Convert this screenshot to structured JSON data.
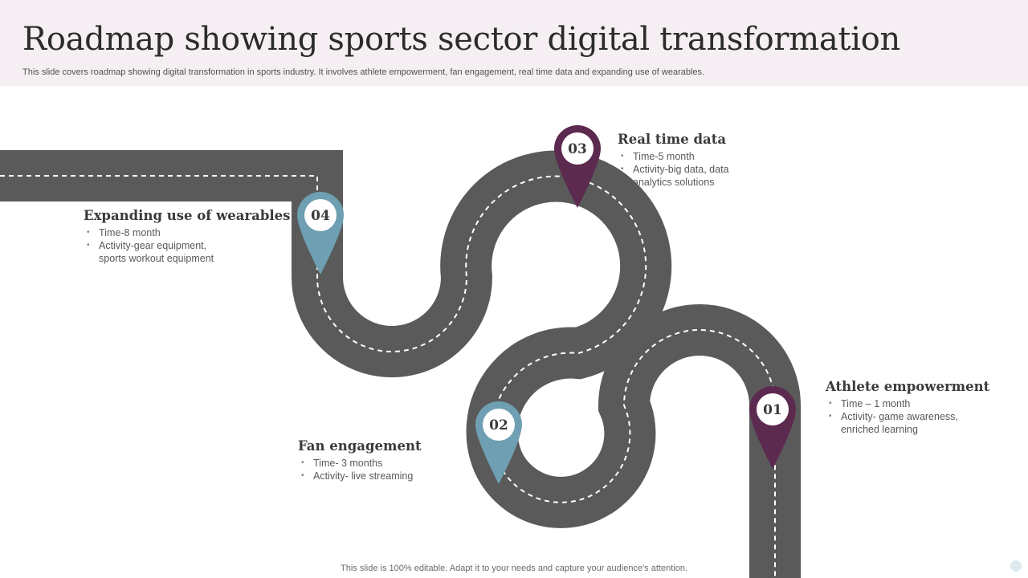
{
  "title": "Roadmap showing sports sector digital transformation",
  "subtitle": "This slide covers roadmap showing digital transformation in sports industry. It involves athlete empowerment, fan engagement, real time data and expanding use of wearables.",
  "footer": "This slide is 100% editable. Adapt it to your needs and capture your audience's attention.",
  "colors": {
    "road": "#5a5a5a",
    "purple": "#5c2a4f",
    "teal": "#6e9fb2",
    "header_bg": "#f5eff3"
  },
  "milestones": [
    {
      "number": "01",
      "title": "Athlete empowerment",
      "items": [
        "Time – 1 month",
        "Activity- game awareness, enriched learning"
      ],
      "color": "purple"
    },
    {
      "number": "02",
      "title": "Fan engagement",
      "items": [
        "Time- 3 months",
        "Activity- live streaming"
      ],
      "color": "teal"
    },
    {
      "number": "03",
      "title": "Real time data",
      "items": [
        "Time-5 month",
        "Activity-big data, data analytics solutions"
      ],
      "color": "purple"
    },
    {
      "number": "04",
      "title": "Expanding use of wearables",
      "items": [
        "Time-8 month",
        "Activity-gear equipment, sports workout equipment"
      ],
      "color": "teal"
    }
  ]
}
